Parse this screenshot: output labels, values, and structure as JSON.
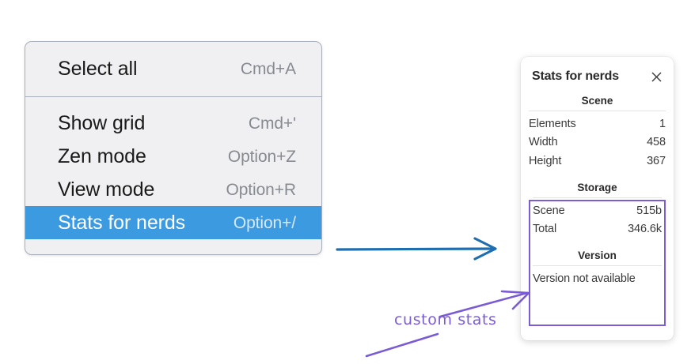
{
  "context_menu": {
    "groups": [
      {
        "items": [
          {
            "label": "Select all",
            "shortcut": "Cmd+A",
            "selected": false
          }
        ]
      },
      {
        "items": [
          {
            "label": "Show grid",
            "shortcut": "Cmd+'",
            "selected": false
          },
          {
            "label": "Zen mode",
            "shortcut": "Option+Z",
            "selected": false
          },
          {
            "label": "View mode",
            "shortcut": "Option+R",
            "selected": false
          },
          {
            "label": "Stats for nerds",
            "shortcut": "Option+/",
            "selected": true
          }
        ]
      }
    ],
    "highlight_color": "#3c9ae0",
    "background_color": "#f0f0f2"
  },
  "stats_panel": {
    "title": "Stats for nerds",
    "close_icon": "close-icon",
    "sections": [
      {
        "name": "Scene",
        "rows": [
          {
            "key": "Elements",
            "value": "1"
          },
          {
            "key": "Width",
            "value": "458"
          },
          {
            "key": "Height",
            "value": "367"
          }
        ]
      },
      {
        "name": "Storage",
        "rows": [
          {
            "key": "Scene",
            "value": "515b"
          },
          {
            "key": "Total",
            "value": "346.6k"
          }
        ]
      },
      {
        "name": "Version",
        "note": "Version not available",
        "rows": []
      }
    ],
    "highlight_border_color": "#7c5cd6"
  },
  "annotations": {
    "label": "custom stats",
    "label_color": "#7b5bd5",
    "blue_arrow_color": "#1f6eb0",
    "purple_color": "#7b5bd5"
  }
}
